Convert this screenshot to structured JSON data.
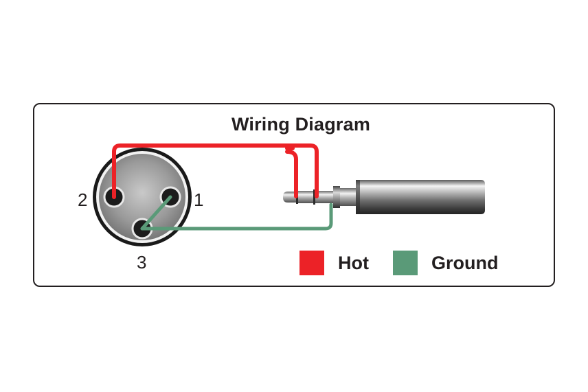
{
  "title": "Wiring Diagram",
  "pins": [
    {
      "label": "1"
    },
    {
      "label": "2"
    },
    {
      "label": "3"
    }
  ],
  "legend": [
    {
      "label": "Hot",
      "color": "#ec2227"
    },
    {
      "label": "Ground",
      "color": "#5a9a78"
    }
  ],
  "wire_colors": {
    "hot": "#ec2227",
    "ground": "#5a9a78"
  }
}
